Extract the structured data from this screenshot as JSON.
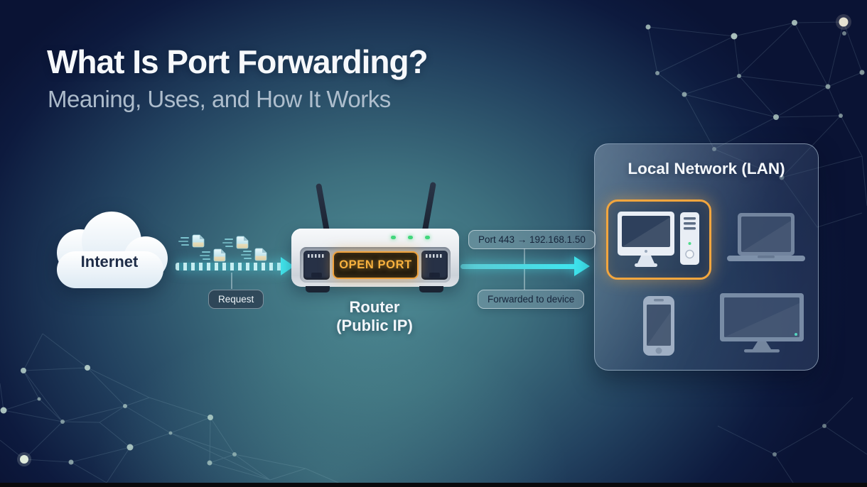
{
  "header": {
    "title": "What Is Port Forwarding?",
    "subtitle": "Meaning, Uses, and How It Works"
  },
  "diagram": {
    "internet_label": "Internet",
    "request_label": "Request",
    "open_port_label": "OPEN PORT",
    "router_label_line1": "Router",
    "router_label_line2": "(Public IP)",
    "port_mapping_label": "Port 443 → 192.168.1.50",
    "forwarded_label": "Forwarded to device",
    "lan_title": "Local Network (LAN)",
    "devices": [
      {
        "name": "desktop-computer",
        "highlighted": true
      },
      {
        "name": "laptop",
        "highlighted": false
      },
      {
        "name": "smartphone",
        "highlighted": false
      },
      {
        "name": "smart-tv",
        "highlighted": false
      }
    ],
    "colors": {
      "accent_cyan": "#3fe7f0",
      "highlight_orange": "#f3a63e",
      "open_port_text": "#f7b13e",
      "led_green": "#42d77d",
      "background_navy": "#0a1334",
      "glow_teal": "#4f8d96"
    }
  }
}
